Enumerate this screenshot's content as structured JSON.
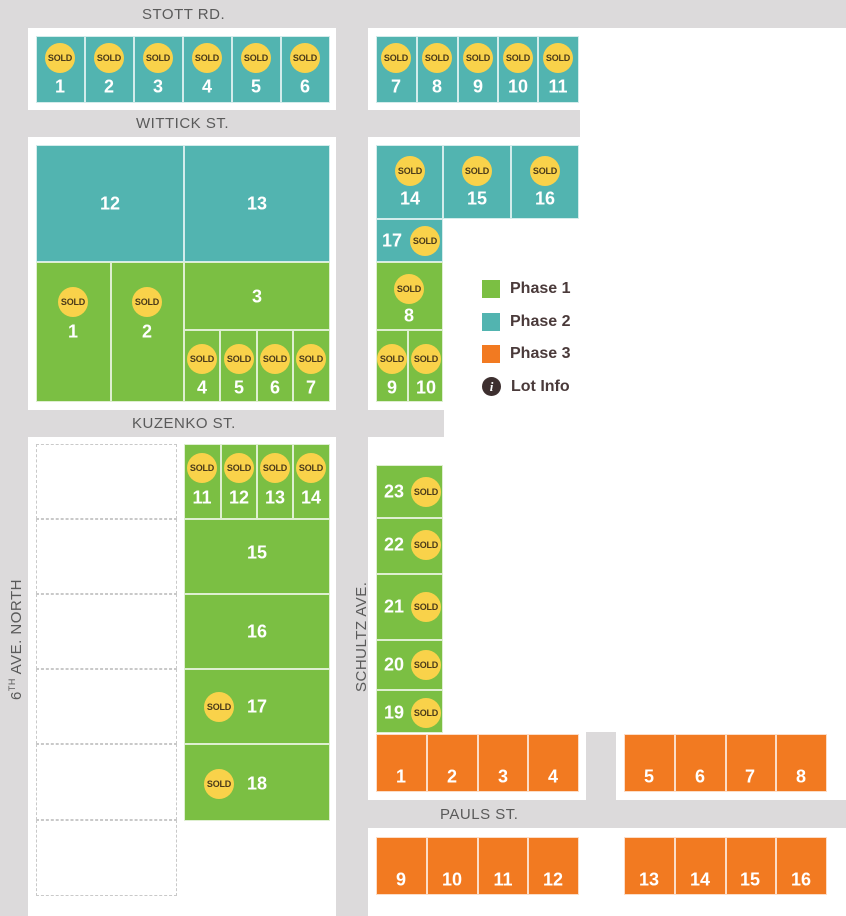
{
  "streets": {
    "stott": "STOTT RD.",
    "wittick": "WITTICK ST.",
    "kuzenko": "KUZENKO ST.",
    "pauls": "PAULS ST.",
    "schultz": "SCHULTZ AVE.",
    "sixth_avenue": "6TH AVE. NORTH",
    "sixth_avenue_prefix": "6",
    "sixth_avenue_super": "TH",
    "sixth_avenue_rest": " AVE. NORTH"
  },
  "sold_label": "SOLD",
  "legend": {
    "phase1": {
      "label": "Phase 1",
      "color": "#7bbf43"
    },
    "phase2": {
      "label": "Phase 2",
      "color": "#52b4b0"
    },
    "phase3": {
      "label": "Phase 3",
      "color": "#f27a21"
    },
    "lot_info": {
      "label": "Lot Info",
      "icon": "info-icon",
      "glyph": "i"
    }
  },
  "lots": {
    "stott_west": [
      {
        "number": "1",
        "phase": 2,
        "sold": true
      },
      {
        "number": "2",
        "phase": 2,
        "sold": true
      },
      {
        "number": "3",
        "phase": 2,
        "sold": true
      },
      {
        "number": "4",
        "phase": 2,
        "sold": true
      },
      {
        "number": "5",
        "phase": 2,
        "sold": true
      },
      {
        "number": "6",
        "phase": 2,
        "sold": true
      }
    ],
    "stott_east": [
      {
        "number": "7",
        "phase": 2,
        "sold": true
      },
      {
        "number": "8",
        "phase": 2,
        "sold": true
      },
      {
        "number": "9",
        "phase": 2,
        "sold": true
      },
      {
        "number": "10",
        "phase": 2,
        "sold": true
      },
      {
        "number": "11",
        "phase": 2,
        "sold": true
      }
    ],
    "wittick_west_large": [
      {
        "number": "12",
        "phase": 2,
        "sold": false
      },
      {
        "number": "13",
        "phase": 2,
        "sold": false
      }
    ],
    "wittick_west_green": [
      {
        "number": "1",
        "phase": 1,
        "sold": true
      },
      {
        "number": "2",
        "phase": 1,
        "sold": true
      },
      {
        "number": "3",
        "phase": 1,
        "sold": false
      },
      {
        "number": "4",
        "phase": 1,
        "sold": true
      },
      {
        "number": "5",
        "phase": 1,
        "sold": true
      },
      {
        "number": "6",
        "phase": 1,
        "sold": true
      },
      {
        "number": "7",
        "phase": 1,
        "sold": true
      }
    ],
    "wittick_east": [
      {
        "number": "14",
        "phase": 2,
        "sold": true
      },
      {
        "number": "15",
        "phase": 2,
        "sold": true
      },
      {
        "number": "16",
        "phase": 2,
        "sold": true
      },
      {
        "number": "17",
        "phase": 2,
        "sold": true
      },
      {
        "number": "8",
        "phase": 1,
        "sold": true
      },
      {
        "number": "9",
        "phase": 1,
        "sold": true
      },
      {
        "number": "10",
        "phase": 1,
        "sold": true
      }
    ],
    "kuzenko_west": [
      {
        "number": "11",
        "phase": 1,
        "sold": true
      },
      {
        "number": "12",
        "phase": 1,
        "sold": true
      },
      {
        "number": "13",
        "phase": 1,
        "sold": true
      },
      {
        "number": "14",
        "phase": 1,
        "sold": true
      },
      {
        "number": "15",
        "phase": 1,
        "sold": false
      },
      {
        "number": "16",
        "phase": 1,
        "sold": false
      },
      {
        "number": "17",
        "phase": 1,
        "sold": true
      },
      {
        "number": "18",
        "phase": 1,
        "sold": true
      }
    ],
    "schultz_east": [
      {
        "number": "23",
        "phase": 1,
        "sold": true
      },
      {
        "number": "22",
        "phase": 1,
        "sold": true
      },
      {
        "number": "21",
        "phase": 1,
        "sold": true
      },
      {
        "number": "20",
        "phase": 1,
        "sold": true
      },
      {
        "number": "19",
        "phase": 1,
        "sold": true
      }
    ],
    "pauls_north": [
      {
        "number": "1",
        "phase": 3,
        "sold": false
      },
      {
        "number": "2",
        "phase": 3,
        "sold": false
      },
      {
        "number": "3",
        "phase": 3,
        "sold": false
      },
      {
        "number": "4",
        "phase": 3,
        "sold": false
      },
      {
        "number": "5",
        "phase": 3,
        "sold": false
      },
      {
        "number": "6",
        "phase": 3,
        "sold": false
      },
      {
        "number": "7",
        "phase": 3,
        "sold": false
      },
      {
        "number": "8",
        "phase": 3,
        "sold": false
      }
    ],
    "pauls_south": [
      {
        "number": "9",
        "phase": 3,
        "sold": false
      },
      {
        "number": "10",
        "phase": 3,
        "sold": false
      },
      {
        "number": "11",
        "phase": 3,
        "sold": false
      },
      {
        "number": "12",
        "phase": 3,
        "sold": false
      },
      {
        "number": "13",
        "phase": 3,
        "sold": false
      },
      {
        "number": "14",
        "phase": 3,
        "sold": false
      },
      {
        "number": "15",
        "phase": 3,
        "sold": false
      },
      {
        "number": "16",
        "phase": 3,
        "sold": false
      }
    ]
  }
}
